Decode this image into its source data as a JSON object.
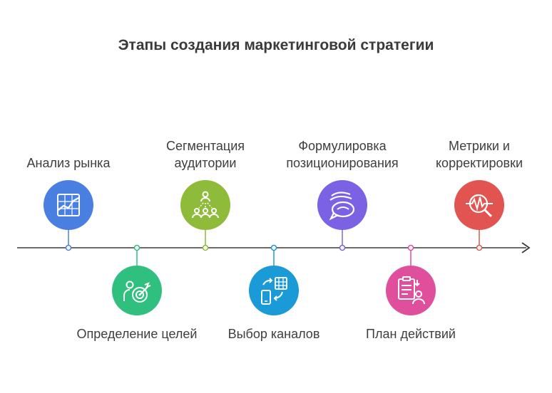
{
  "title": "Этапы создания маркетинговой стратегии",
  "colors": {
    "line": "#3b3b3b",
    "market": "#4a7fe2",
    "goals": "#2fc07f",
    "segment": "#8fbb3a",
    "channels": "#1a9ad6",
    "positioning": "#7b62e5",
    "plan": "#e04f9c",
    "metrics": "#e25450"
  },
  "steps": [
    {
      "label": "Анализ рынка",
      "icon": "market-chart-icon"
    },
    {
      "label": "Определение целей",
      "icon": "target-person-icon"
    },
    {
      "label": "Сегментация аудитории",
      "icon": "audience-segmentation-icon"
    },
    {
      "label": "Выбор каналов",
      "icon": "channels-devices-icon"
    },
    {
      "label": "Формулировка позиционирования",
      "icon": "speech-bubble-icon"
    },
    {
      "label": "План действий",
      "icon": "plan-checklist-icon"
    },
    {
      "label": "Метрики и корректировки",
      "icon": "metrics-magnifier-icon"
    }
  ]
}
